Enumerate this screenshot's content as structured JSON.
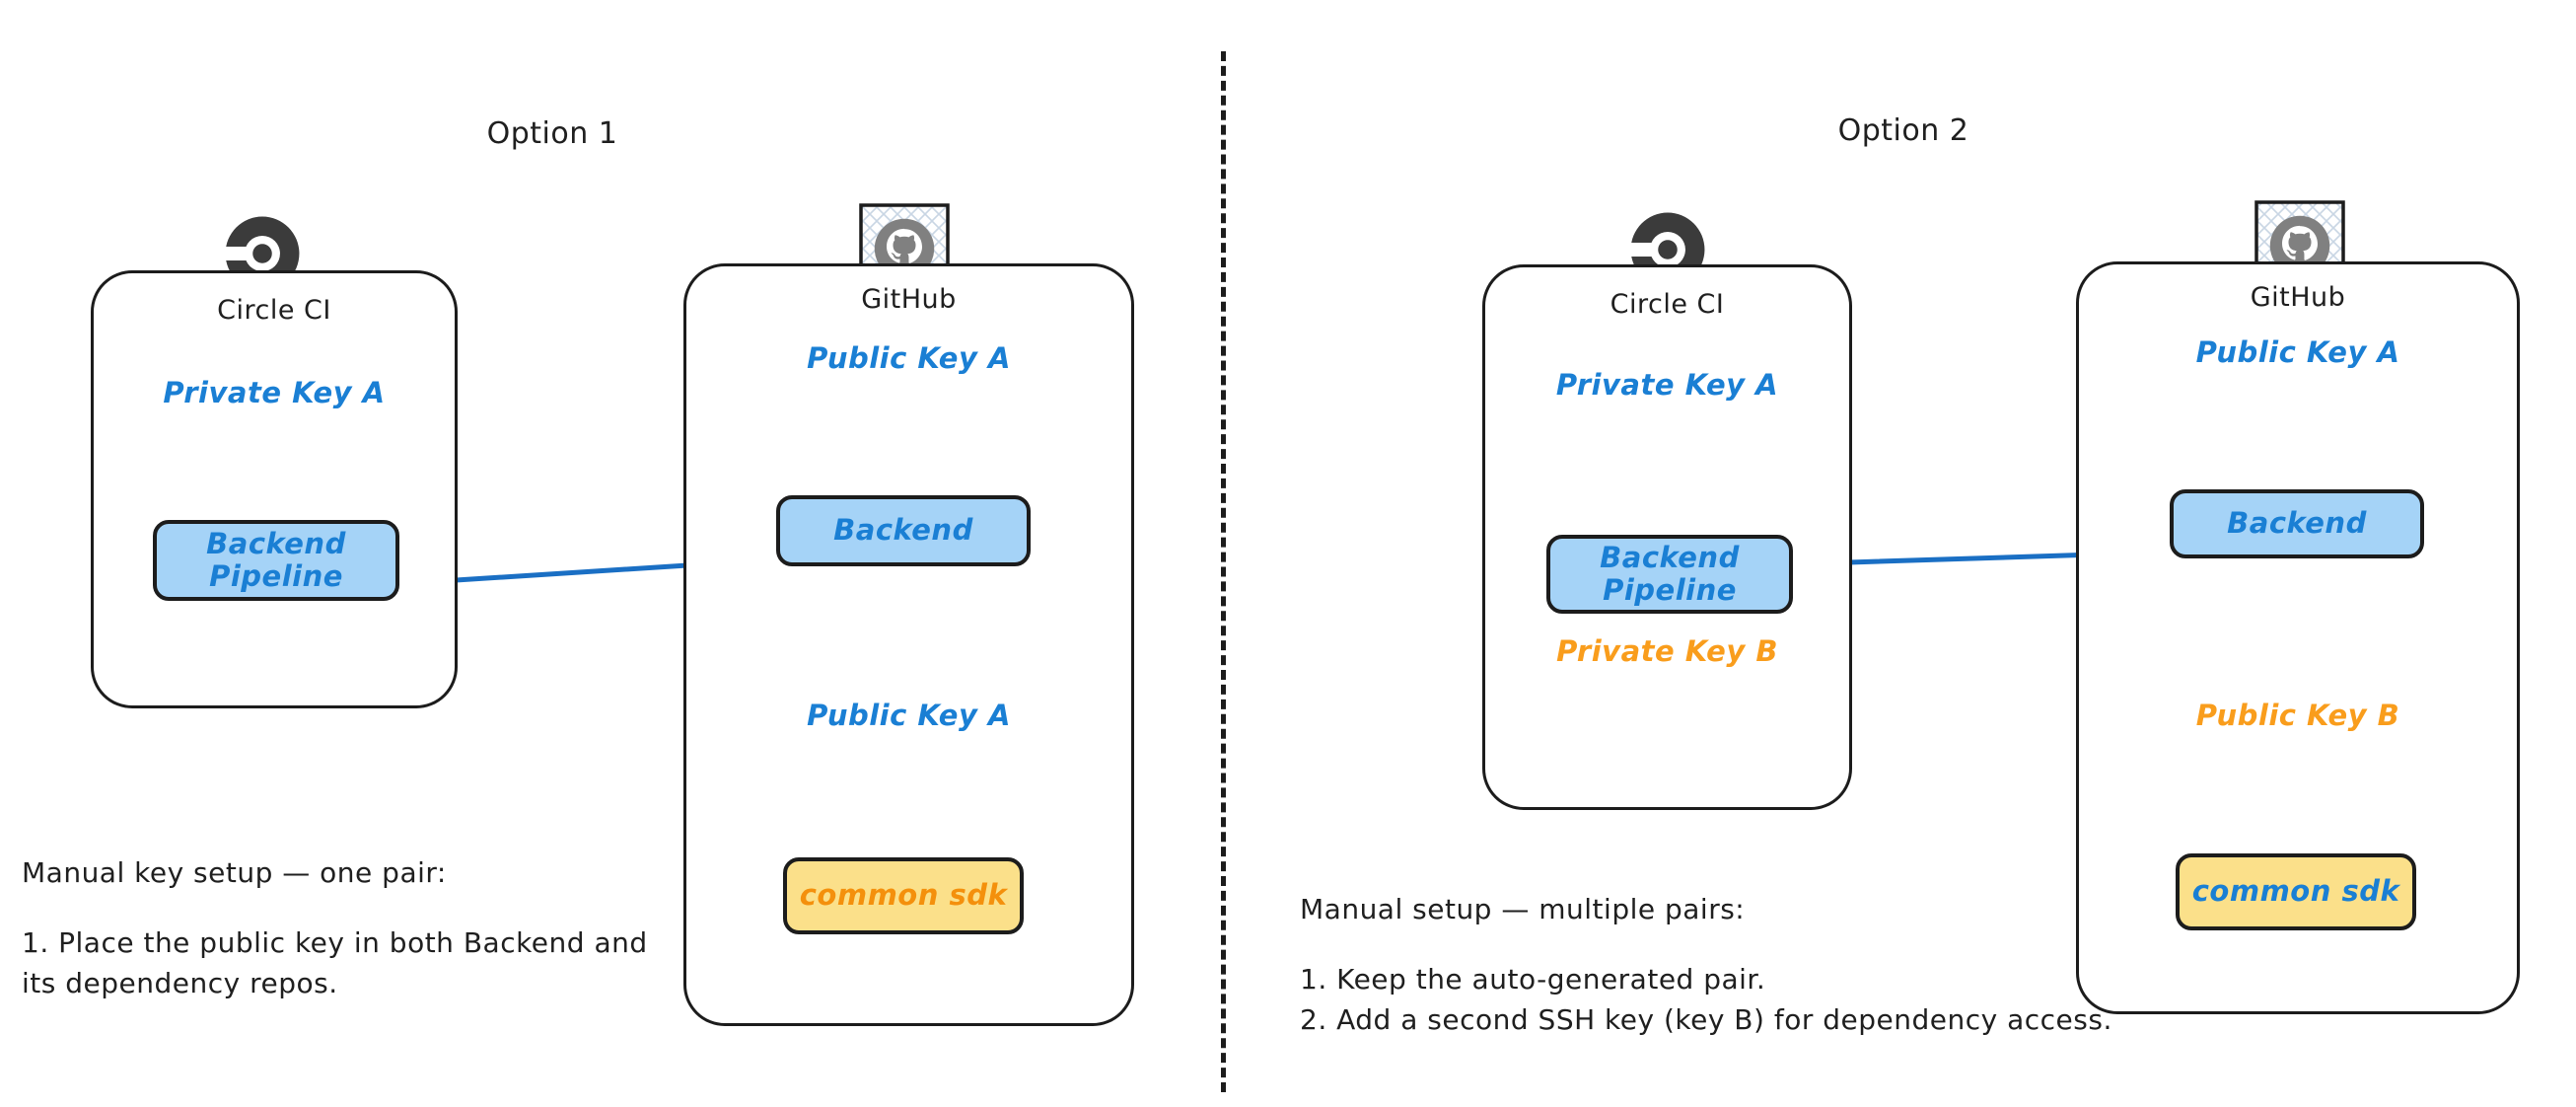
{
  "page": {
    "background": "#ffffff",
    "divider": {
      "style": "dashed-vertical",
      "color": "#1c1c1c"
    }
  },
  "palette": {
    "blue_text": "#1a7fd4",
    "blue_fill": "#a5d3f7",
    "blue_key": "#2f9ae8",
    "orange_text": "#f99d1c",
    "yellow_fill": "#fbe08a",
    "orange_key": "#f9a825",
    "ink": "#1c1c1c",
    "arrow": "#1a6fc4"
  },
  "options": [
    {
      "id": "option-1",
      "title": "Option 1",
      "cards": [
        {
          "id": "option1-circleci",
          "brand": "Circle CI",
          "icon": "circleci-logo-icon",
          "keys": [
            {
              "label": "Private Key A",
              "color": "blue",
              "icon": "key-icon"
            }
          ],
          "nodes": [
            {
              "label": "Backend\nPipeline",
              "line1": "Backend",
              "line2": "Pipeline",
              "fill": "blue",
              "text_color": "blue"
            }
          ]
        },
        {
          "id": "option1-github",
          "brand": "GitHub",
          "icon": "github-logo-icon",
          "keys": [
            {
              "label": "Public Key A",
              "color": "blue",
              "icon": "key-icon"
            },
            {
              "label": "Public Key A",
              "color": "blue",
              "icon": "key-icon"
            }
          ],
          "nodes": [
            {
              "label": "Backend",
              "line1": "Backend",
              "line2": "",
              "fill": "blue",
              "text_color": "blue"
            },
            {
              "label": "common sdk",
              "line1": "common sdk",
              "line2": "",
              "fill": "yellow",
              "text_color": "orange"
            }
          ]
        }
      ],
      "arrow": {
        "from": "Backend Pipeline",
        "to": "Backend",
        "color": "#1a6fc4"
      },
      "caption": {
        "heading": "Manual key setup — one pair:",
        "lines": [
          "1. Place the public key in both Backend and",
          "  its dependency repos."
        ]
      }
    },
    {
      "id": "option-2",
      "title": "Option 2",
      "cards": [
        {
          "id": "option2-circleci",
          "brand": "Circle CI",
          "icon": "circleci-logo-icon",
          "keys": [
            {
              "label": "Private Key A",
              "color": "blue",
              "icon": "key-icon"
            },
            {
              "label": "Private Key B",
              "color": "orange",
              "icon": "key-icon"
            }
          ],
          "nodes": [
            {
              "label": "Backend\nPipeline",
              "line1": "Backend",
              "line2": "Pipeline",
              "fill": "blue",
              "text_color": "blue"
            }
          ]
        },
        {
          "id": "option2-github",
          "brand": "GitHub",
          "icon": "github-logo-icon",
          "keys": [
            {
              "label": "Public Key A",
              "color": "blue",
              "icon": "key-icon"
            },
            {
              "label": "Public Key B",
              "color": "orange",
              "icon": "key-icon"
            }
          ],
          "nodes": [
            {
              "label": "Backend",
              "line1": "Backend",
              "line2": "",
              "fill": "blue",
              "text_color": "blue"
            },
            {
              "label": "common sdk",
              "line1": "common sdk",
              "line2": "",
              "fill": "yellow",
              "text_color": "blue"
            }
          ]
        }
      ],
      "arrow": {
        "from": "Backend Pipeline",
        "to": "Backend",
        "color": "#1a6fc4"
      },
      "caption": {
        "heading": "Manual setup — multiple pairs:",
        "lines": [
          "1. Keep the auto-generated pair.",
          "2. Add a second SSH key (key B) for dependency access."
        ]
      }
    }
  ]
}
